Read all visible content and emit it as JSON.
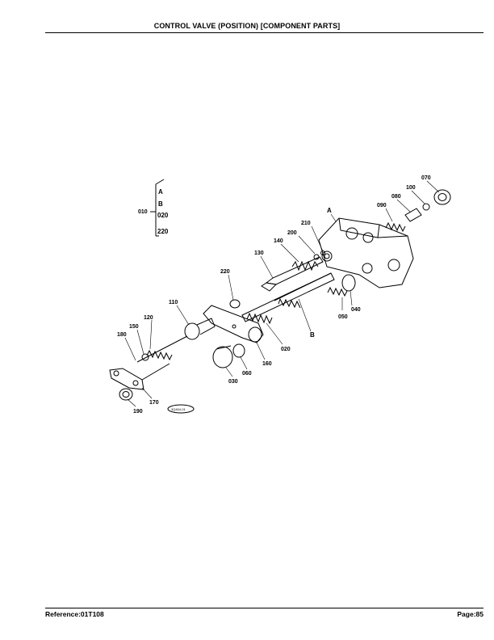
{
  "header": {
    "title": "CONTROL VALVE (POSITION)   [COMPONENT PARTS]"
  },
  "footer": {
    "reference": "Reference:01T108",
    "page": "Page:85"
  },
  "legend": {
    "item": "010",
    "marks": [
      "A",
      "B",
      "020",
      "220"
    ]
  },
  "parts": {
    "p020": "020",
    "p030": "030",
    "p040": "040",
    "p050": "050",
    "p060": "060",
    "p070": "070",
    "p080": "080",
    "p090": "090",
    "p100": "100",
    "p110": "110",
    "p120": "120",
    "p130": "130",
    "p140": "140",
    "p150": "150",
    "p160": "160",
    "p170": "170",
    "p180": "180",
    "p190": "190",
    "p200": "200",
    "p210": "210",
    "p220": "220"
  },
  "refs": {
    "a": "A",
    "b": "B"
  },
  "stamp": "3Q454-01"
}
